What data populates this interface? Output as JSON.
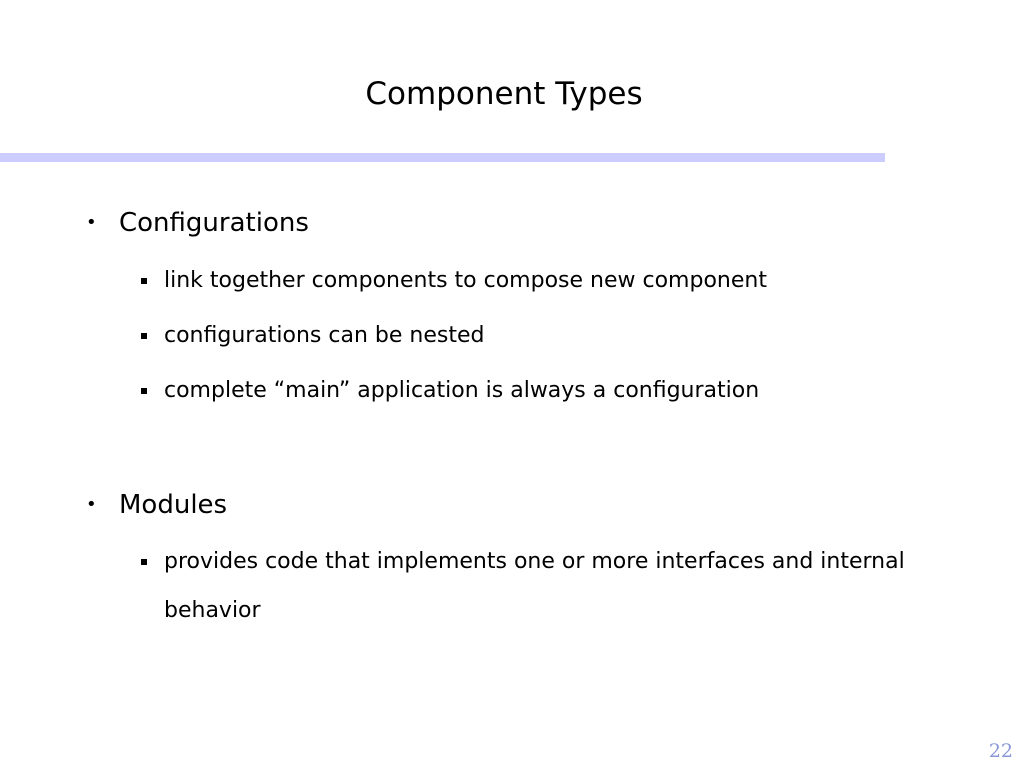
{
  "slide": {
    "title": "Component Types",
    "accent_color": "#ccccff",
    "page_number_color": "#8a97d8",
    "page_number": "22",
    "sections": [
      {
        "heading": "Configurations",
        "items": [
          "link together components to compose new component",
          "configurations can be nested",
          "complete “main” application is always a configuration"
        ]
      },
      {
        "heading": "Modules",
        "items": [
          "provides code that implements one or more interfaces and internal behavior"
        ]
      }
    ]
  }
}
